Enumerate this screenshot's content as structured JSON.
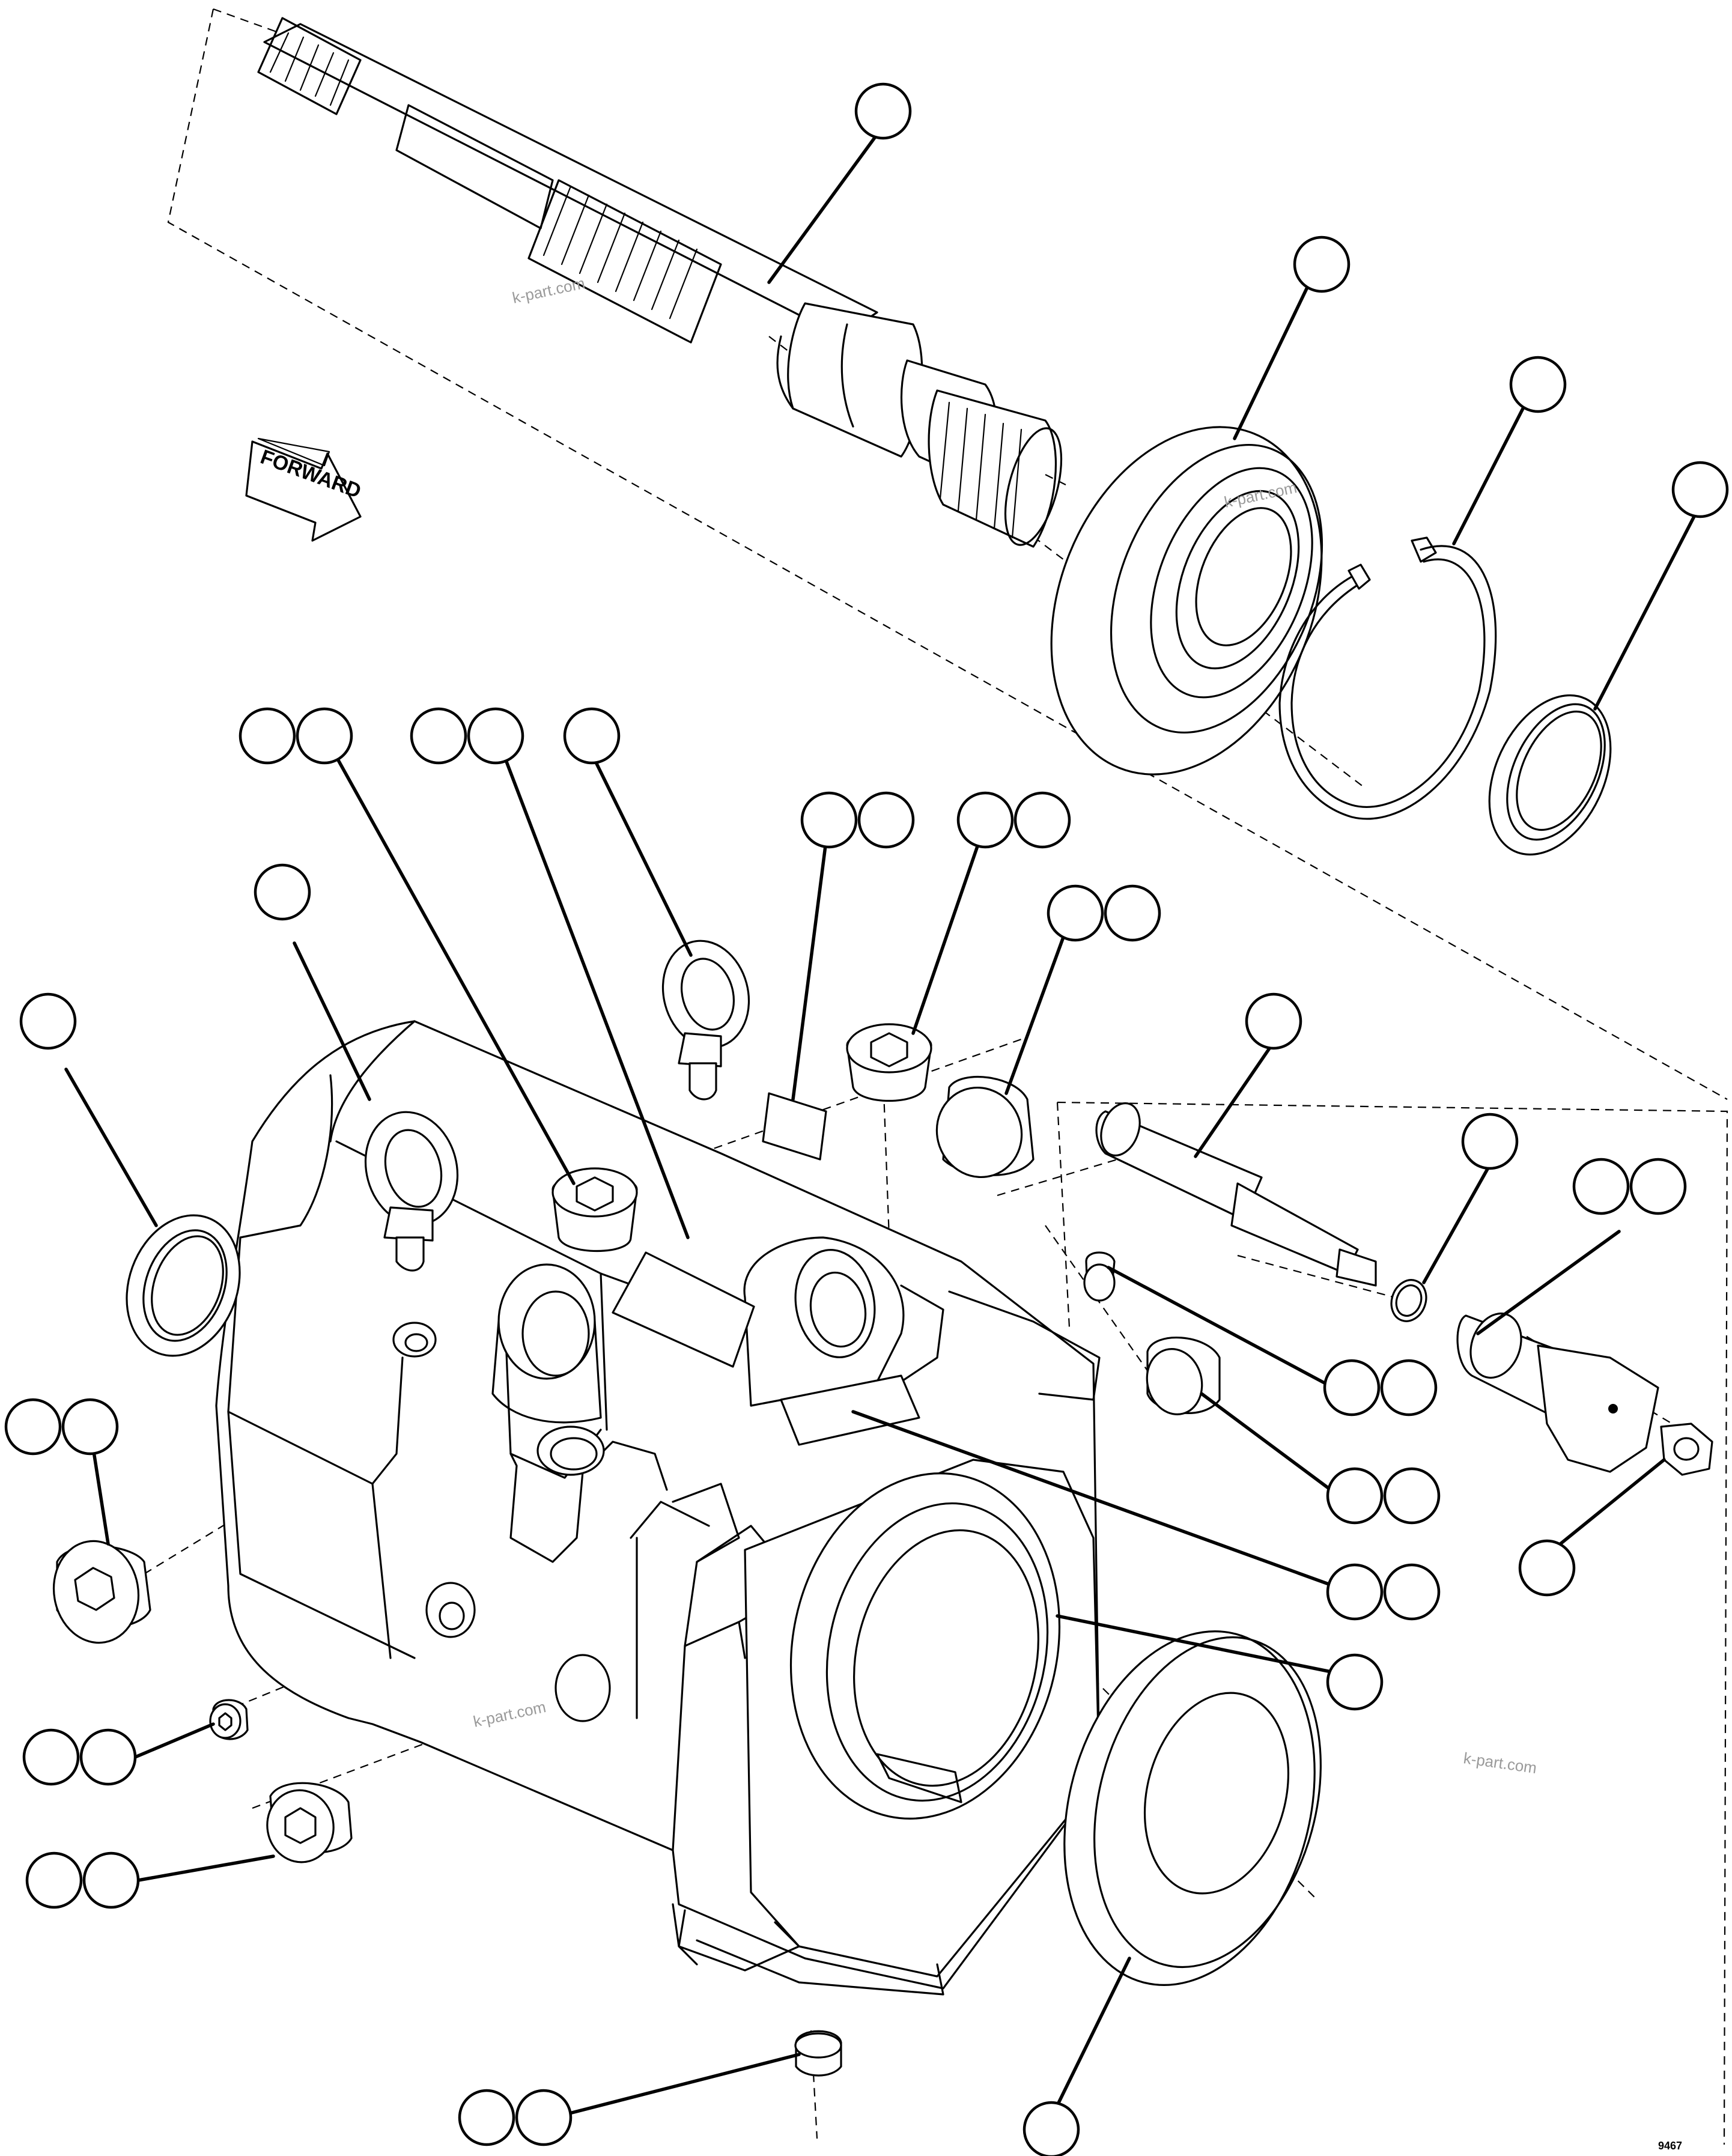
{
  "direction_label": "FORWARD",
  "watermarks": [
    "k-part.com",
    "k-part.com",
    "k-part.com",
    "k-part.com"
  ],
  "drawing_code": "9467",
  "colors": {
    "line": "#000000",
    "background": "#ffffff"
  },
  "callouts": {
    "shaft": "",
    "bearing": "",
    "snap-ring": "",
    "washer": "",
    "eyebolt-left": "",
    "seal-ring-left": "",
    "plug-upper": "",
    "plate-upper": "",
    "eyebolt-center": "",
    "label-small": "",
    "plug-top": "",
    "plug-flanged": "",
    "shaft-pin": "",
    "o-ring-small": "",
    "sleeve-hex": "",
    "fitting-small": "",
    "plug-mid": "",
    "nut": "",
    "plate-lower": "",
    "bore": "",
    "plug-left-large": "",
    "fitting-left-small": "",
    "plug-left-mid": "",
    "plug-bottom": "",
    "seal-large": ""
  }
}
